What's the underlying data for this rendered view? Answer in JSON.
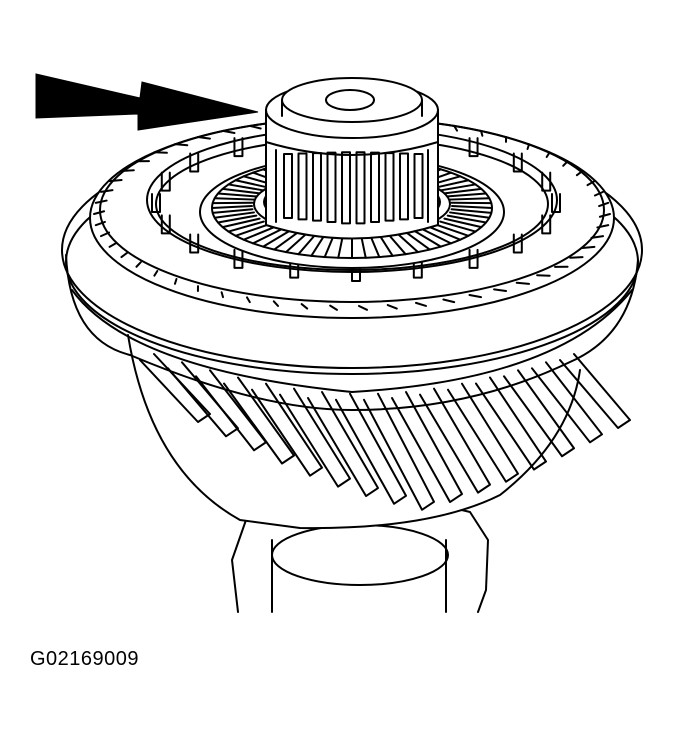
{
  "figure": {
    "id_label": "G02169009",
    "subject": "gear-assembly-with-needle-bearing",
    "callout": "arrow-pointing-to-bearing"
  },
  "colors": {
    "line": "#000000",
    "background": "#ffffff"
  }
}
